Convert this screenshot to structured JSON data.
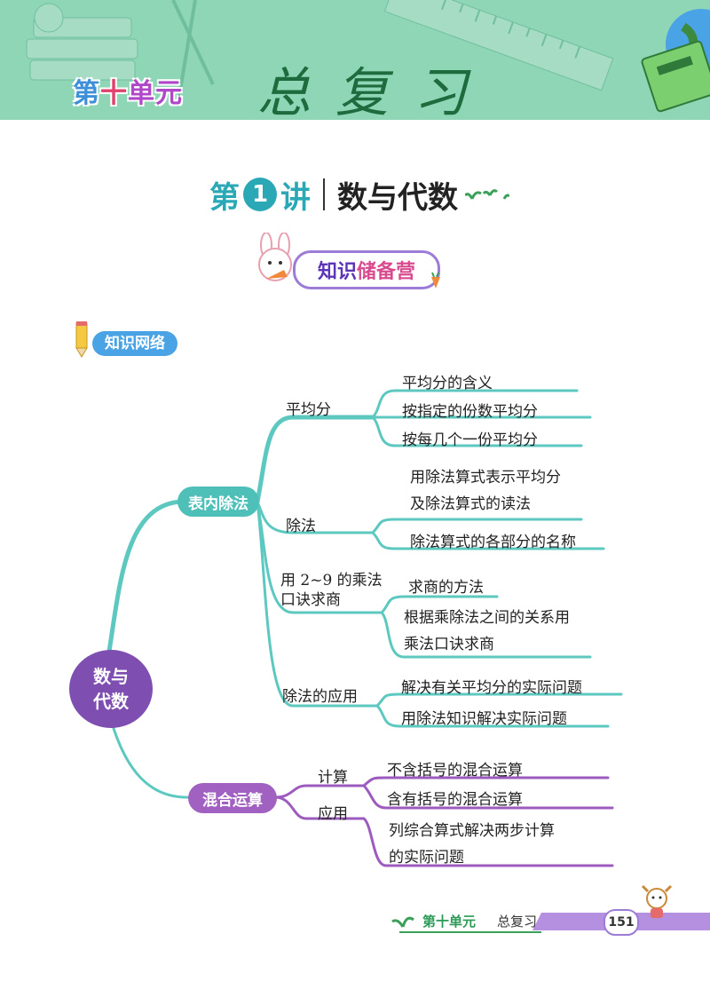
{
  "header": {
    "unit_a": "第",
    "unit_b": "十",
    "unit_c": "单元",
    "review": "总复习"
  },
  "lecture": {
    "di": "第",
    "num": "1",
    "jiang": "讲",
    "topic": "数与代数"
  },
  "badge": {
    "part1": "知识",
    "part2": "储备营"
  },
  "network_label": "知识网络",
  "mindmap": {
    "root_line1": "数与",
    "root_line2": "代数",
    "branch1": "表内除法",
    "b1_sub1": "平均分",
    "b1_sub1_leaves": [
      "平均分的含义",
      "按指定的份数平均分",
      "按每几个一份平均分"
    ],
    "b1_sub2": "除法",
    "b1_sub2_leaf1_line1": "用除法算式表示平均分",
    "b1_sub2_leaf1_line2": "及除法算式的读法",
    "b1_sub2_leaf2": "除法算式的各部分的名称",
    "b1_sub3_line1": "用 2~9 的乘法",
    "b1_sub3_line2": "口诀求商",
    "b1_sub3_leaf1": "求商的方法",
    "b1_sub3_leaf2_line1": "根据乘除法之间的关系用",
    "b1_sub3_leaf2_line2": "乘法口诀求商",
    "b1_sub4": "除法的应用",
    "b1_sub4_leaves": [
      "解决有关平均分的实际问题",
      "用除法知识解决实际问题"
    ],
    "branch2": "混合运算",
    "b2_sub1": "计算",
    "b2_sub1_leaves": [
      "不含括号的混合运算",
      "含有括号的混合运算"
    ],
    "b2_sub2": "应用",
    "b2_sub2_leaf_line1": "列综合算式解决两步计算",
    "b2_sub2_leaf_line2": "的实际问题"
  },
  "footer": {
    "unit": "第十单元",
    "section": "总复习",
    "page": "151"
  },
  "colors": {
    "teal": "#5cc8c0",
    "purple": "#9d5bbf",
    "header_bg": "#8fd6b6"
  }
}
